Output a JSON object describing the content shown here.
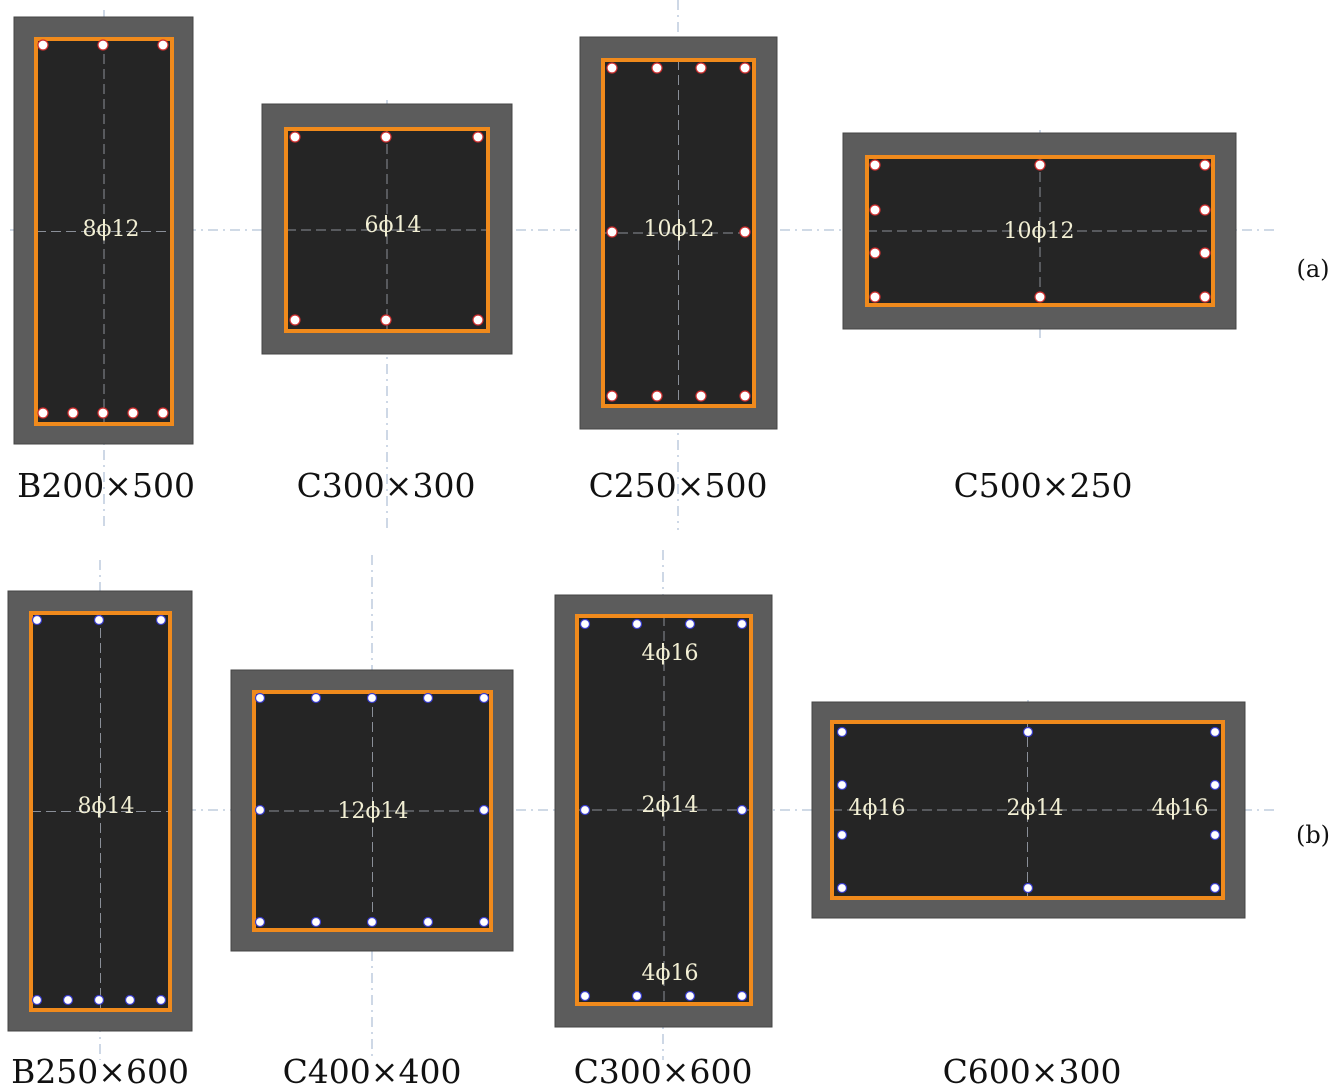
{
  "colors": {
    "cover": "#5c5c5c",
    "core": "#252525",
    "stirrup": "#f08a1c",
    "bar_fill": "#ffffff",
    "bar_ring_a": "#cf2f2f",
    "bar_ring_b": "#3b3fd0",
    "axis_line": "#b4c3d8",
    "label_text": "#f2efd4"
  },
  "rows": [
    {
      "label": "(a)",
      "sections": [
        {
          "name": "B200×500",
          "reinforcement": [
            "8ϕ12"
          ]
        },
        {
          "name": "C300×300",
          "reinforcement": [
            "6ϕ14"
          ]
        },
        {
          "name": "C250×500",
          "reinforcement": [
            "10ϕ12"
          ]
        },
        {
          "name": "C500×250",
          "reinforcement": [
            "10ϕ12"
          ]
        }
      ]
    },
    {
      "label": "(b)",
      "sections": [
        {
          "name": "B250×600",
          "reinforcement": [
            "8ϕ14"
          ]
        },
        {
          "name": "C400×400",
          "reinforcement": [
            "12ϕ14"
          ]
        },
        {
          "name": "C300×600",
          "reinforcement": [
            "4ϕ16",
            "2ϕ14",
            "4ϕ16"
          ]
        },
        {
          "name": "C600×300",
          "reinforcement": [
            "4ϕ16",
            "2ϕ14",
            "4ϕ16"
          ]
        }
      ]
    }
  ]
}
